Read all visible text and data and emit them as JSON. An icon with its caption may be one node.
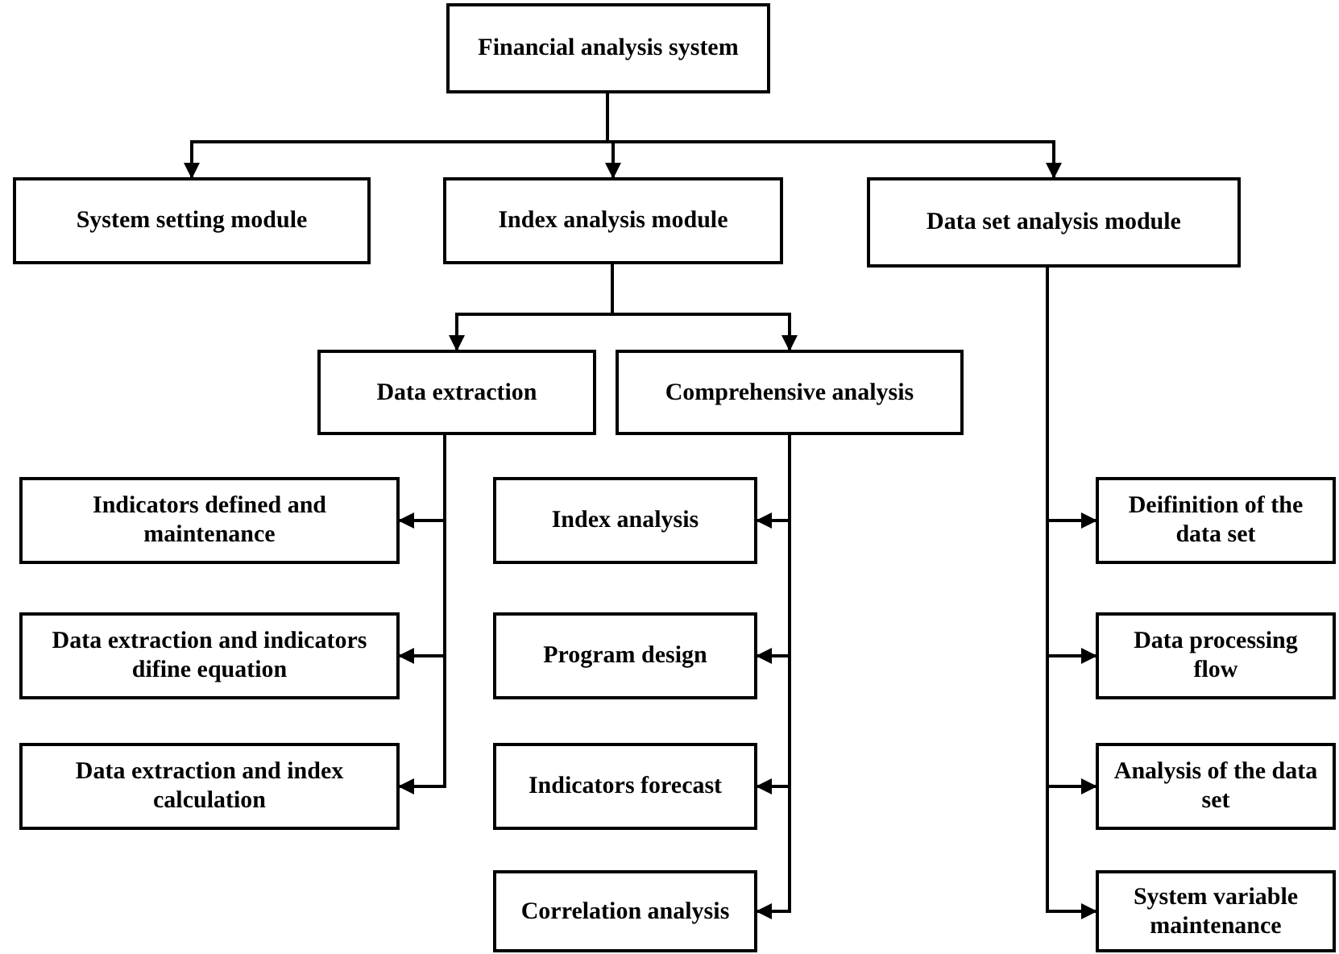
{
  "diagram": {
    "nodes": [
      {
        "text": [
          "Financial analysis system"
        ]
      },
      {
        "text": [
          "System setting module"
        ]
      },
      {
        "text": [
          "Index analysis module"
        ]
      },
      {
        "text": [
          "Data set analysis module"
        ]
      },
      {
        "text": [
          "Data extraction"
        ]
      },
      {
        "text": [
          "Comprehensive analysis"
        ]
      },
      {
        "text": [
          "Indicators defined and maintenance"
        ]
      },
      {
        "text": [
          "Data extraction and indicators difine equation"
        ]
      },
      {
        "text": [
          "Data extraction and index calculation"
        ]
      },
      {
        "text": [
          "Index analysis"
        ]
      },
      {
        "text": [
          "Program design"
        ]
      },
      {
        "text": [
          "Indicators forecast"
        ]
      },
      {
        "text": [
          "Correlation analysis"
        ]
      },
      {
        "text": [
          "Deifinition of the data set"
        ]
      },
      {
        "text": [
          "Data processing flow"
        ]
      },
      {
        "text": [
          "Analysis of the data set"
        ]
      },
      {
        "text": [
          "System variable maintenance"
        ]
      }
    ],
    "edges": [
      {
        "from": 0,
        "to": 1,
        "arrow": "to"
      },
      {
        "from": 0,
        "to": 2,
        "arrow": "to"
      },
      {
        "from": 0,
        "to": 3,
        "arrow": "to"
      },
      {
        "from": 2,
        "to": 4,
        "arrow": "to"
      },
      {
        "from": 2,
        "to": 5,
        "arrow": "to"
      },
      {
        "from": 4,
        "to": 6,
        "arrow": "to"
      },
      {
        "from": 4,
        "to": 7,
        "arrow": "to"
      },
      {
        "from": 4,
        "to": 8,
        "arrow": "to"
      },
      {
        "from": 5,
        "to": 9,
        "arrow": "to"
      },
      {
        "from": 5,
        "to": 10,
        "arrow": "to"
      },
      {
        "from": 5,
        "to": 11,
        "arrow": "to"
      },
      {
        "from": 5,
        "to": 12,
        "arrow": "to"
      },
      {
        "from": 3,
        "to": 13,
        "arrow": "to"
      },
      {
        "from": 3,
        "to": 14,
        "arrow": "to"
      },
      {
        "from": 3,
        "to": 15,
        "arrow": "to"
      },
      {
        "from": 3,
        "to": 16,
        "arrow": "to"
      }
    ]
  }
}
